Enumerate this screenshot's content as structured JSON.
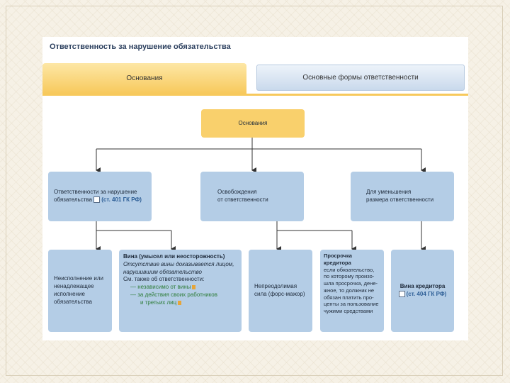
{
  "slide": {
    "title": "Ответственность за нарушение обязательства"
  },
  "tabs": [
    {
      "label": "Основания",
      "active": true
    },
    {
      "label": "Основные формы ответственности",
      "active": false
    }
  ],
  "root": {
    "label": "Основания"
  },
  "level1": [
    {
      "line1": "Ответственности за нарушение",
      "line2": "обязательства",
      "ref": "(ст. 401 ГК РФ)"
    },
    {
      "line1": "Освобождения",
      "line2": "от ответственности"
    },
    {
      "line1": "Для уменьшения",
      "line2": "размера ответственности"
    }
  ],
  "level2": {
    "nonperformance": [
      "Неисполнение или",
      "ненадлежащее",
      "исполнение",
      "обязательства"
    ],
    "guilt": {
      "title": "Вина (умысел или неосторожность)",
      "italic": [
        "Отсутствие вины доказывается лицом,",
        "нарушившим обязательство"
      ],
      "see_also": "См. также об ответственности:",
      "items": [
        "— независимо от вины",
        "— за действия своих работников",
        "и третьих лиц"
      ]
    },
    "force_majeure": [
      "Непреодолимая",
      "сила (форс-мажор)"
    ],
    "creditor_delay": {
      "title": [
        "Просрочка",
        "кредитора"
      ],
      "text": [
        "если обязательство,",
        "по которому произо-",
        "шла просрочка, дене-",
        "жное, то должник не",
        "обязан платить про-",
        "центы за пользование",
        "чужими средствами"
      ]
    },
    "creditor_guilt": {
      "label": "Вина кредитора",
      "ref": "(ст. 404 ГК РФ)"
    }
  },
  "colors": {
    "yellow": "#f9d06c",
    "blue": "#b4cde6",
    "title": "#2b3f5e",
    "green": "#2f7d3a"
  }
}
